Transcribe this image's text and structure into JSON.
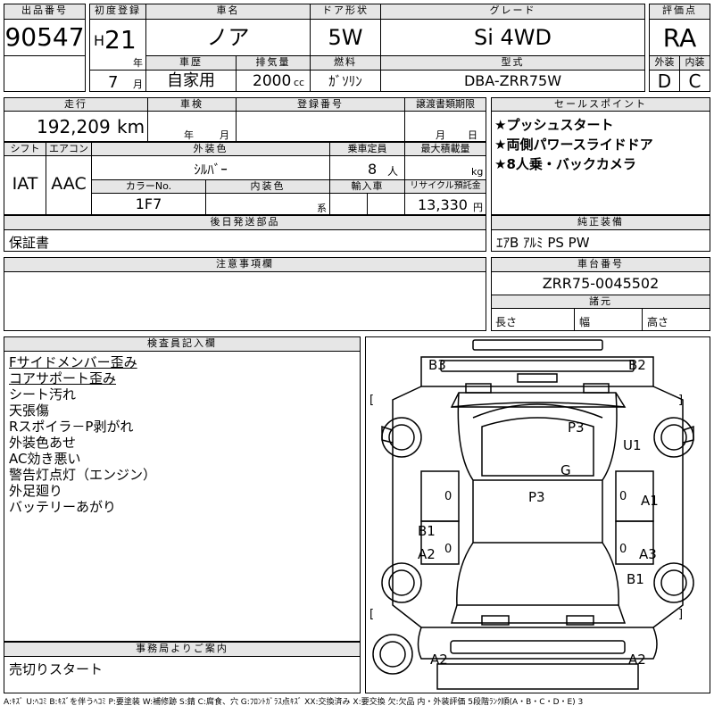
{
  "header": {
    "lot_no_label": "出品番号",
    "lot_no": "90547",
    "first_reg_label": "初度登録",
    "era": "H",
    "year": "21",
    "year_unit": "年",
    "month": "7",
    "month_unit": "月",
    "car_name_label": "車名",
    "car_name": "ノア",
    "door_label": "ドア形状",
    "door": "5W",
    "grade_label": "グレード",
    "grade": "Si 4WD",
    "score_label": "評価点",
    "score": "RA",
    "history_label": "車歴",
    "history": "自家用",
    "displacement_label": "排気量",
    "displacement": "2000",
    "displacement_unit": "cc",
    "fuel_label": "燃料",
    "fuel": "ｶﾞｿﾘﾝ",
    "model_label": "型式",
    "model": "DBA-ZRR75W",
    "ext_label": "外装",
    "int_label": "内装",
    "ext_score": "D",
    "int_score": "C"
  },
  "row2": {
    "mileage_label": "走行",
    "mileage": "192,209",
    "mileage_unit": "km",
    "inspection_label": "車検",
    "insp_year_unit": "年",
    "insp_month_unit": "月",
    "reg_no_label": "登録番号",
    "transfer_label": "譲渡書類期限",
    "transfer_month_unit": "月",
    "transfer_day_unit": "日",
    "shift_label": "シフト",
    "aircon_label": "エアコン",
    "shift": "IAT",
    "aircon": "AAC",
    "ext_color_label": "外装色",
    "ext_color": "ｼﾙﾊﾞｰ",
    "capacity_label": "乗車定員",
    "capacity": "8",
    "capacity_unit": "人",
    "max_load_label": "最大積載量",
    "max_load_unit": "kg",
    "color_no_label": "カラーNo.",
    "color_no": "1F7",
    "int_color_label": "内装色",
    "int_color_unit": "系",
    "import_label": "輸入車",
    "recycle_label": "リサイクル預託金",
    "recycle": "13,330",
    "recycle_unit": "円"
  },
  "sales_points": {
    "label": "セールスポイント",
    "items": [
      "★プッシュスタート",
      "★両側パワースライドドア",
      "★8人乗・バックカメラ"
    ]
  },
  "later_parts": {
    "label": "後日発送部品",
    "value": "保証書"
  },
  "equipment": {
    "label": "純正装備",
    "value": "ｴｱB ｱﾙﾐ PS PW"
  },
  "notes": {
    "label": "注意事項欄"
  },
  "chassis": {
    "label": "車台番号",
    "value": "ZRR75-0045502"
  },
  "dims": {
    "label": "諸元",
    "length": "長さ",
    "width": "幅",
    "height": "高さ"
  },
  "inspector": {
    "label": "検査員記入欄",
    "lines": [
      {
        "text": "Fサイドメンバー歪み",
        "underline": true
      },
      {
        "text": "コアサポート歪み",
        "underline": true
      },
      {
        "text": "シート汚れ",
        "underline": false
      },
      {
        "text": "天張傷",
        "underline": false
      },
      {
        "text": "Rスポイラ－P剥がれ",
        "underline": false
      },
      {
        "text": "外装色あせ",
        "underline": false
      },
      {
        "text": "AC効き悪い",
        "underline": false
      },
      {
        "text": "警告灯点灯（エンジン）",
        "underline": false
      },
      {
        "text": "外足廻り",
        "underline": false
      },
      {
        "text": "バッテリーあがり",
        "underline": false
      }
    ]
  },
  "office": {
    "label": "事務局よりご案内",
    "value": "売切りスタート"
  },
  "diagram_marks": {
    "b3": "B3",
    "b2": "B2",
    "p3_top": "P3",
    "u1": "U1",
    "g": "G",
    "p3_mid": "P3",
    "a1": "A1",
    "b1_left": "B1",
    "a2_left": "A2",
    "a3": "A3",
    "b1_right": "B1",
    "a2_bl": "A2",
    "a2_br": "A2"
  },
  "legend": "A:ｷｽﾞ U:ﾍｺﾐ B:ｷｽﾞを伴うﾍｺﾐ P:要塗装 W:補修跡 S:錆 C:腐食、穴 G:ﾌﾛﾝﾄｶﾞﾗｽ点ｷｽﾞ XX:交換済み X:要交換 欠:欠品 内・外装評価 5段階ﾗﾝｸ順(A・B・C・D・E) 3"
}
